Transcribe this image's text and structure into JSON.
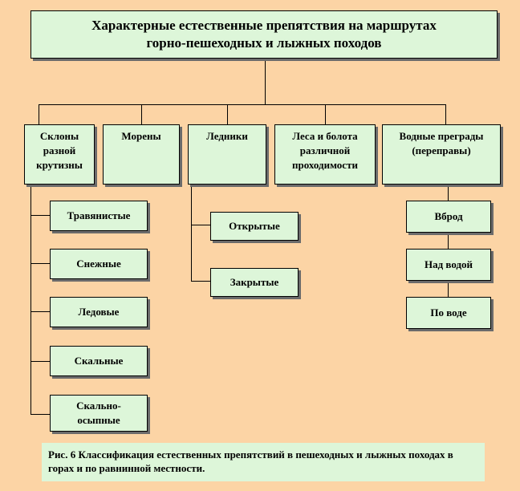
{
  "title": {
    "line1": "Характерные естественные препятствия на маршрутах",
    "line2": "горно-пешеходных и лыжных походов"
  },
  "categories": [
    {
      "label": "Склоны разной крутизны"
    },
    {
      "label": "Морены"
    },
    {
      "label": "Ледники"
    },
    {
      "label": "Леса и болота различной проходимости"
    },
    {
      "label": "Водные преграды (переправы)"
    }
  ],
  "slopes_items": [
    "Травянистые",
    "Снежные",
    "Ледовые",
    "Скальные",
    "Скально-осыпные"
  ],
  "glacier_items": [
    "Открытые",
    "Закрытые"
  ],
  "water_items": [
    "Вброд",
    "Над водой",
    "По воде"
  ],
  "caption": "Рис. 6 Классификация естественных препятствий в пешеходных и лыжных походах в горах и по равнинной местности."
}
